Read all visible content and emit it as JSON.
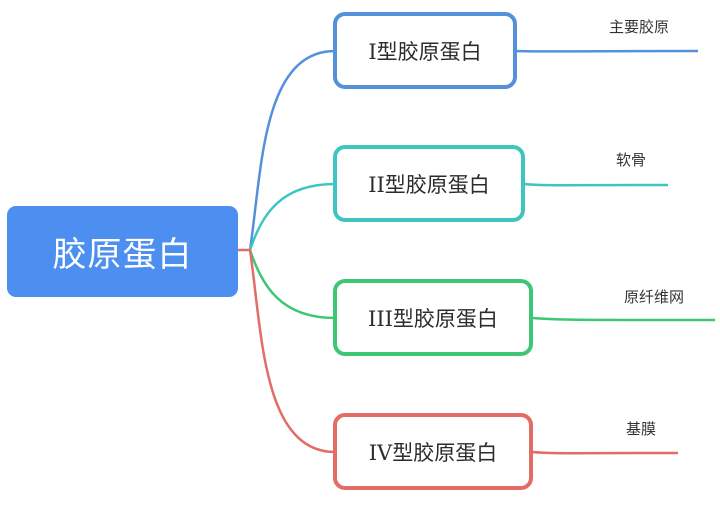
{
  "root": {
    "label": "胶原蛋白",
    "color": "#4d8ff0"
  },
  "branches": [
    {
      "label": "I型胶原蛋白",
      "note": "主要胶原",
      "color": "#5590db"
    },
    {
      "label": "II型胶原蛋白",
      "note": "软骨",
      "color": "#3fc5c0"
    },
    {
      "label": "III型胶原蛋白",
      "note": "原纤维网",
      "color": "#3dc774"
    },
    {
      "label": "IV型胶原蛋白",
      "note": "基膜",
      "color": "#e46c66"
    }
  ]
}
